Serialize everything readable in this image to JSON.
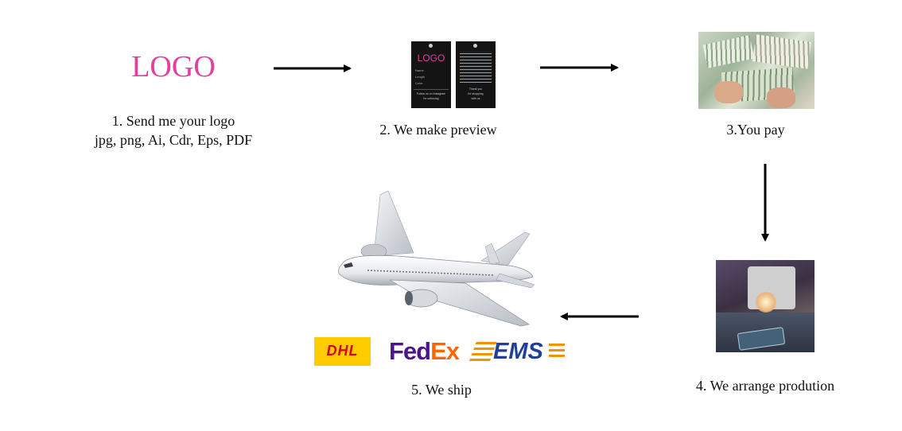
{
  "logo_word": "LOGO",
  "steps": [
    {
      "label": "1. Send me your logo",
      "sub": "jpg, png, Ai, Cdr, Eps, PDF"
    },
    {
      "label": "2. We make preview"
    },
    {
      "label": "3.You pay"
    },
    {
      "label": "4. We arrange prodution"
    },
    {
      "label": "5. We ship"
    }
  ],
  "tags": {
    "left_logo": "LOGO",
    "left_lines": [
      "Name",
      "Length",
      "Color"
    ],
    "left_footer": [
      "Follow us on Instagram",
      "for unboxing"
    ],
    "right_lines": [
      "Thank you",
      "for shopping",
      "with us"
    ]
  },
  "carriers": [
    "DHL",
    "FedEx",
    "EMS"
  ],
  "colors": {
    "logo_pink": "#e0409f",
    "dhl_yellow": "#ffcc00",
    "dhl_red": "#d40511",
    "fedex_purple": "#4d148c",
    "fedex_orange": "#ff6600",
    "ems_blue": "#1f3f9a",
    "ems_orange": "#f39200"
  },
  "icons": [
    "arrow-right-icon",
    "arrow-down-icon",
    "arrow-left-icon",
    "airplane-icon"
  ]
}
